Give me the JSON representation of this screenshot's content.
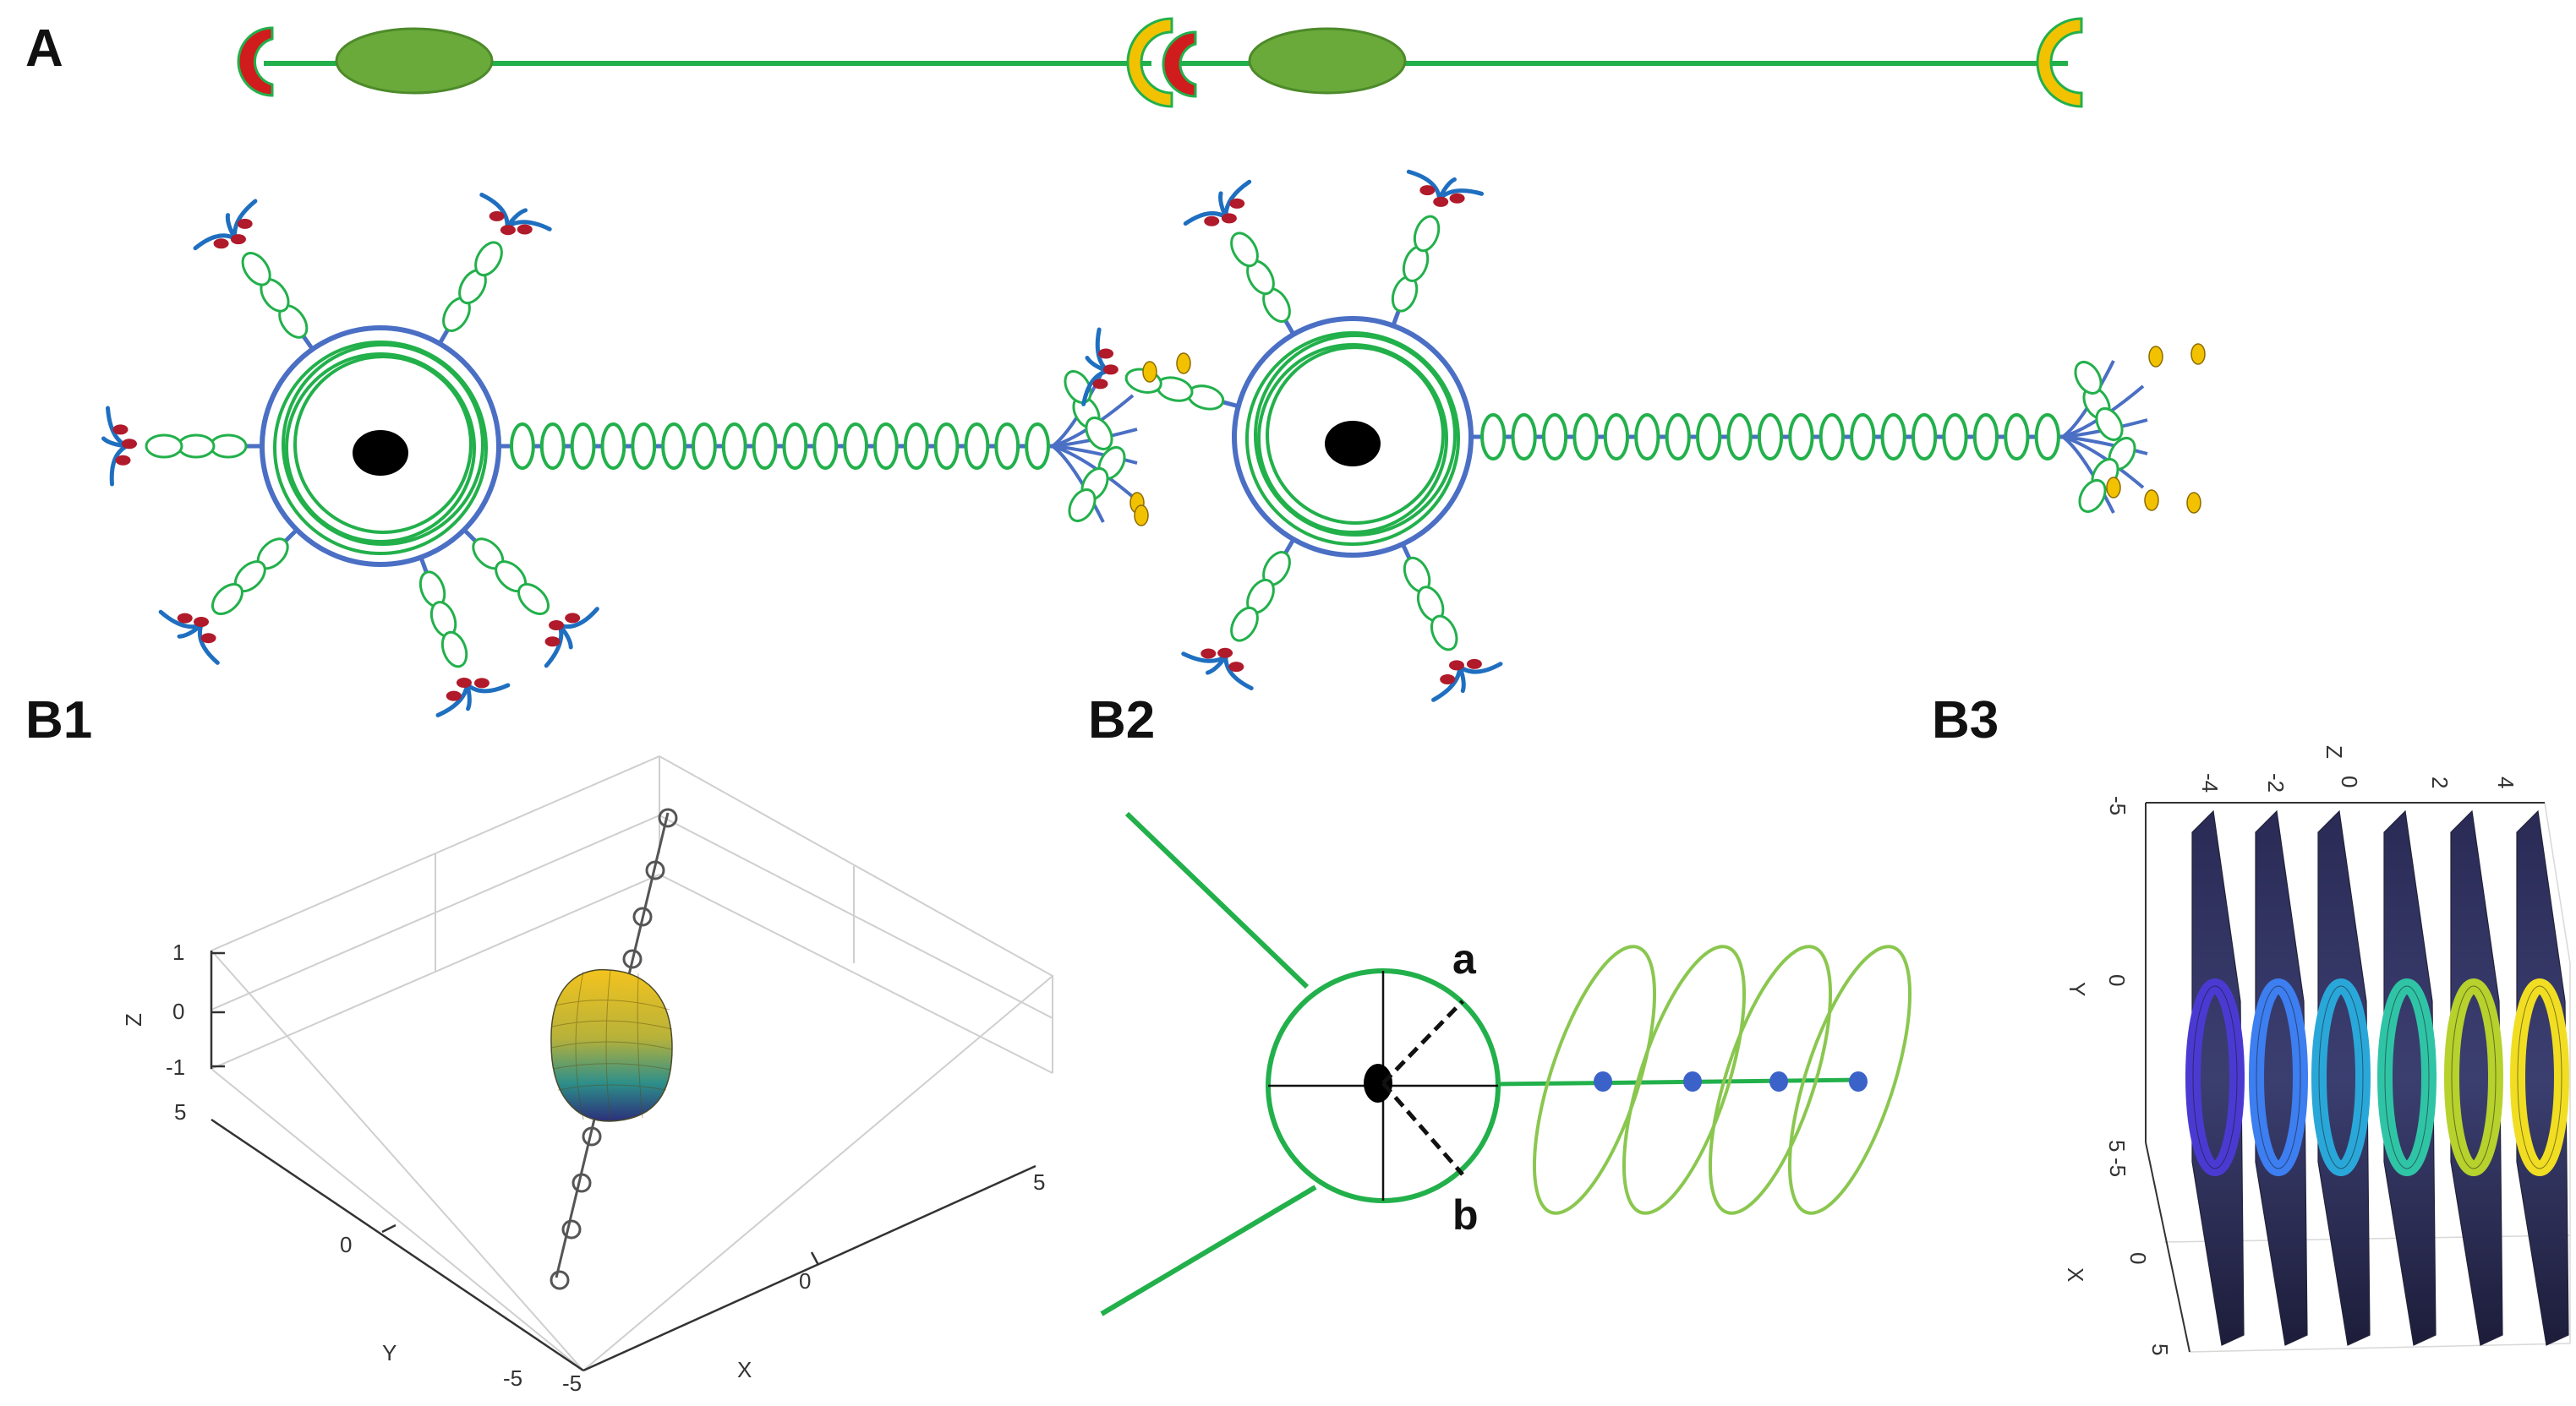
{
  "labels": {
    "panel_a": "A",
    "panel_b1": "B1",
    "panel_b2": "B2",
    "panel_b3": "B3",
    "point_a": "a",
    "point_b": "b"
  },
  "b1_axes": {
    "z_title": "Z",
    "z_ticks": [
      "1",
      "0",
      "-1"
    ],
    "y_title": "Y",
    "y_ticks": [
      "5",
      "0",
      "-5"
    ],
    "x_title": "X",
    "x_ticks": [
      "-5",
      "0",
      "5"
    ]
  },
  "b3_axes": {
    "z_title": "Z",
    "z_ticks": [
      "-4",
      "-2",
      "0",
      "2",
      "4"
    ],
    "y_title": "Y",
    "y_ticks": [
      "-5",
      "0",
      "5"
    ],
    "x_title": "X",
    "x_ticks": [
      "-5",
      "0",
      "5"
    ]
  },
  "colors": {
    "myelin_green": "#22b04b",
    "membrane_blue": "#4a6fc4",
    "dendrite_blue": "#1f6fc0",
    "soma_fill": "#6aaa3a",
    "synapse_red": "#d01c1c",
    "synapse_yellow": "#f2c200",
    "receptor_red": "#b01a2a",
    "nucleus": "#000000"
  }
}
